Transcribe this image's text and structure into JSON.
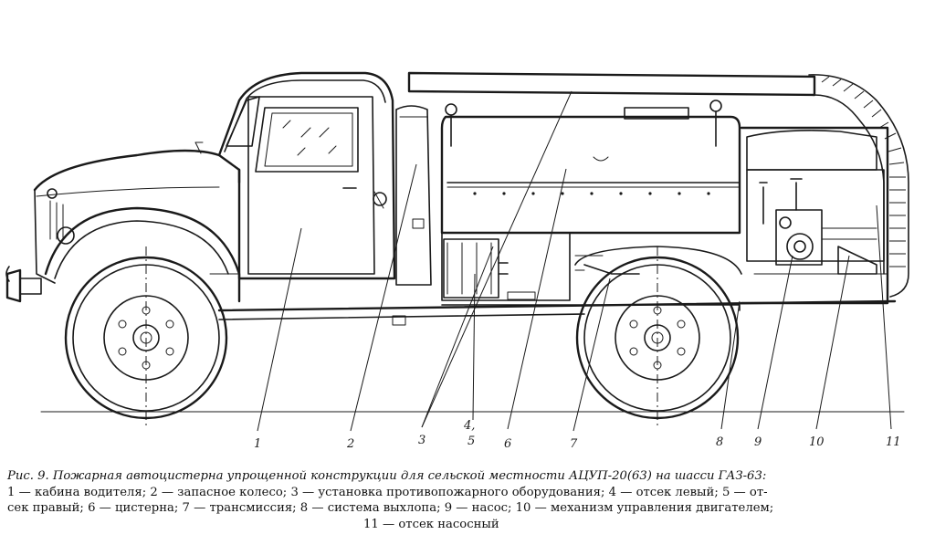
{
  "callouts": [
    {
      "num": "1"
    },
    {
      "num": "2"
    },
    {
      "num": "3"
    },
    {
      "num": "4,"
    },
    {
      "num": "5"
    },
    {
      "num": "6"
    },
    {
      "num": "7"
    },
    {
      "num": "8"
    },
    {
      "num": "9"
    },
    {
      "num": "10"
    },
    {
      "num": "11"
    }
  ],
  "caption": {
    "line1": "Рис. 9. Пожарная автоцистерна упрощенной конструкции для сельской местности АЦУП-20(63) на шасси ГАЗ-63:",
    "line2": "1 — кабина водителя; 2 — запасное колесо; 3 — установка противопожарного оборудования; 4 — отсек левый; 5 — от-",
    "line3": "сек правый; 6 — цистерна; 7 — трансмиссия; 8 — система выхлопа; 9 — насос; 10 — механизм управления двигателем;",
    "line4": "11 — отсек насосный"
  }
}
